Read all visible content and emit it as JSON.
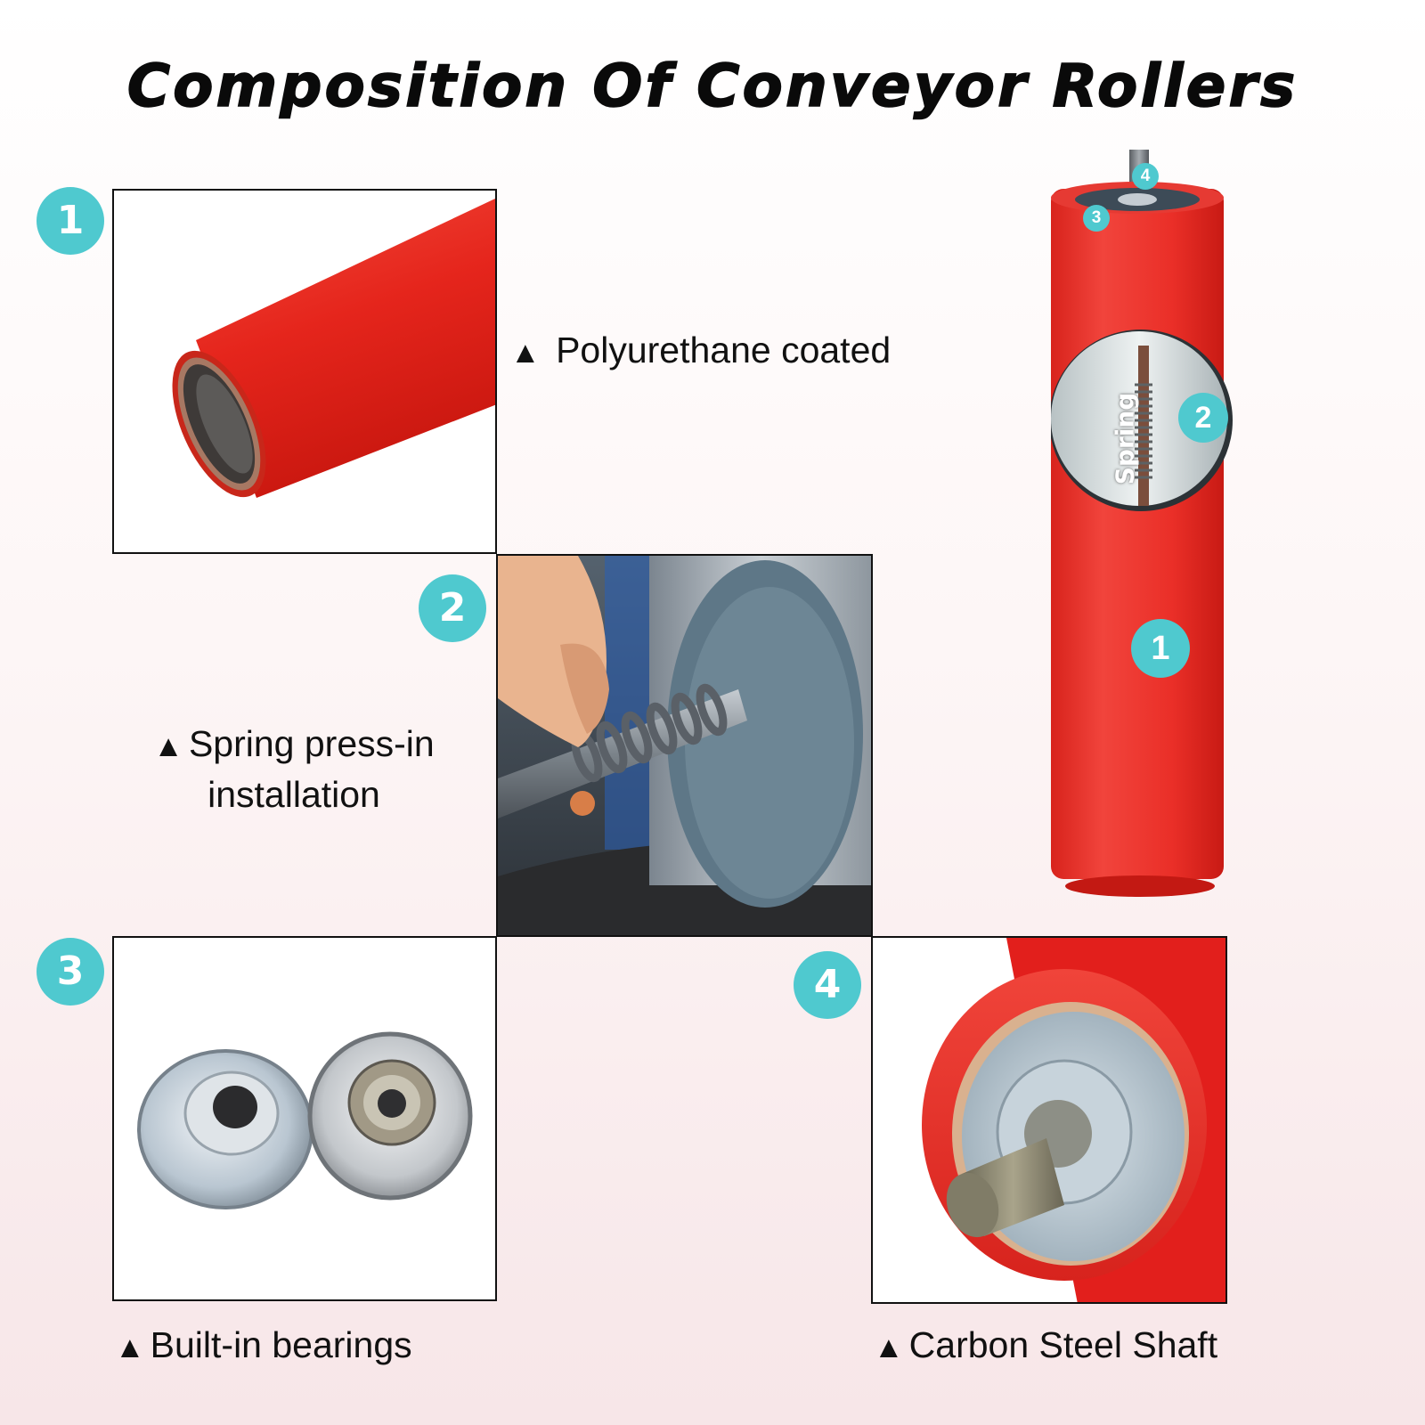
{
  "title": "Composition Of Conveyor Rollers",
  "triangle": "▲",
  "badges": [
    "1",
    "2",
    "3",
    "4"
  ],
  "captions": {
    "polyurethane": "Polyurethane coated",
    "spring_line1": "Spring press-in",
    "spring_line2": "installation",
    "bearings": "Built-in bearings",
    "shaft": "Carbon Steel Shaft"
  },
  "roller": {
    "spring_label": "Spring",
    "markers": [
      "1",
      "2",
      "3",
      "4"
    ]
  },
  "colors": {
    "badge": "#4fc9cf",
    "roller_red": "#e8262a"
  }
}
